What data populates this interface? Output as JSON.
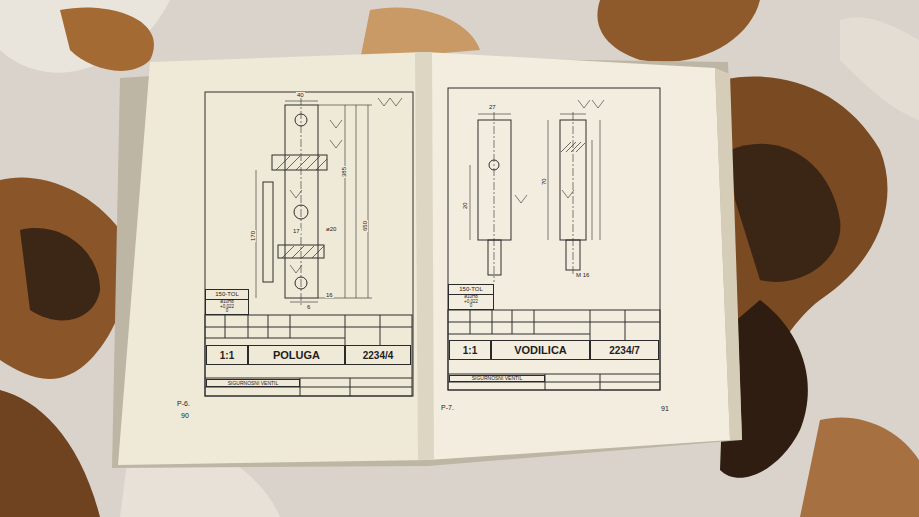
{
  "diagram": {
    "nodes": [
      {
        "text": [
          "1:1"
        ]
      },
      {
        "text": [
          "POLUGA"
        ]
      },
      {
        "text": [
          "2234/4"
        ]
      },
      {
        "text": [
          "SIGURNOSNI VENTIL"
        ]
      },
      {
        "text": [
          "150-TOL"
        ]
      },
      {
        "text": [
          "ø10H8",
          "+0,022",
          "0"
        ]
      },
      {
        "text": [
          "1:1"
        ]
      },
      {
        "text": [
          "VODILICA"
        ]
      },
      {
        "text": [
          "2234/7"
        ]
      },
      {
        "text": [
          "SIGURNOSNI VENTIL"
        ]
      },
      {
        "text": [
          "150-TOL"
        ]
      },
      {
        "text": [
          "ø10H8",
          "+0,022",
          "0"
        ]
      }
    ],
    "labels": [
      "40",
      "385",
      "650",
      "170",
      "ø20",
      "17",
      "6",
      "16",
      "P-6.",
      "90",
      "27",
      "20",
      "70",
      "M 16",
      "P-7.",
      "91"
    ]
  }
}
